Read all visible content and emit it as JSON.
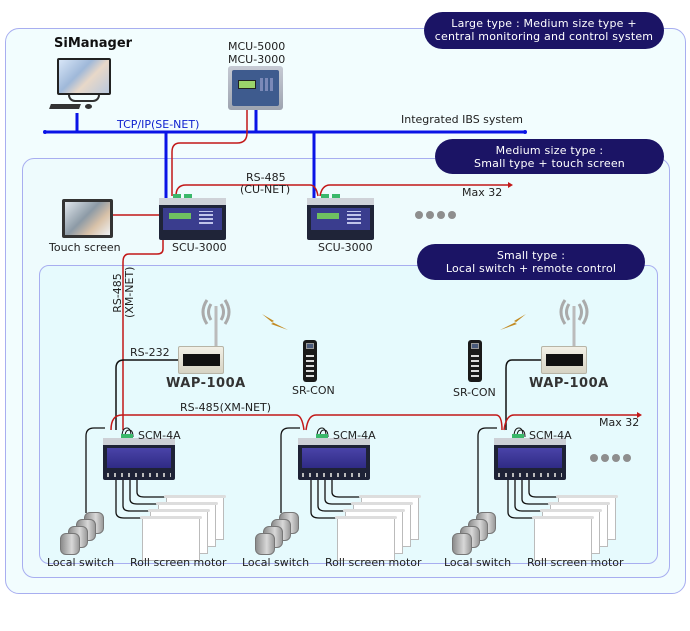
{
  "tiers": {
    "large": {
      "line1": "Large type : Medium size type +",
      "line2": "central monitoring and control system"
    },
    "medium": {
      "line1": "Medium size type :",
      "line2": "Small type + touch screen"
    },
    "small": {
      "line1": "Small type :",
      "line2": "Local switch + remote control"
    }
  },
  "central": {
    "simanager_label": "SiManager",
    "mcu_label_1": "MCU-5000",
    "mcu_label_2": "MCU-3000",
    "network_label": "TCP/IP(SE-NET)",
    "ibs_label": "Integrated IBS system"
  },
  "medium": {
    "bus_label_1": "RS-485",
    "bus_label_2": "(CU-NET)",
    "max_label": "Max 32",
    "touch_screen_label": "Touch screen",
    "scu_labels": [
      "SCU-3000",
      "SCU-3000"
    ],
    "more_icon": "ellipsis-dots"
  },
  "small": {
    "vertical_bus_label_1": "RS-485",
    "vertical_bus_label_2": "(XM-NET)",
    "rs232_label": "RS-232",
    "wap_labels": [
      "WAP-100A",
      "WAP-100A"
    ],
    "remote_labels": [
      "SR-CON",
      "SR-CON"
    ],
    "bus_label": "RS-485(XM-NET)",
    "max_label": "Max 32",
    "scm_labels": [
      "SCM-4A",
      "SCM-4A",
      "SCM-4A"
    ],
    "local_switch_labels": [
      "Local switch",
      "Local switch",
      "Local switch"
    ],
    "roll_screen_labels": [
      "Roll screen motor",
      "Roll screen motor",
      "Roll screen motor"
    ],
    "more_icon": "ellipsis-dots"
  },
  "colors": {
    "pill_bg": "#1b1465",
    "tcp_line": "#0a14e6",
    "rs485_line": "#c21818",
    "panel_border": "#a8aef0"
  }
}
